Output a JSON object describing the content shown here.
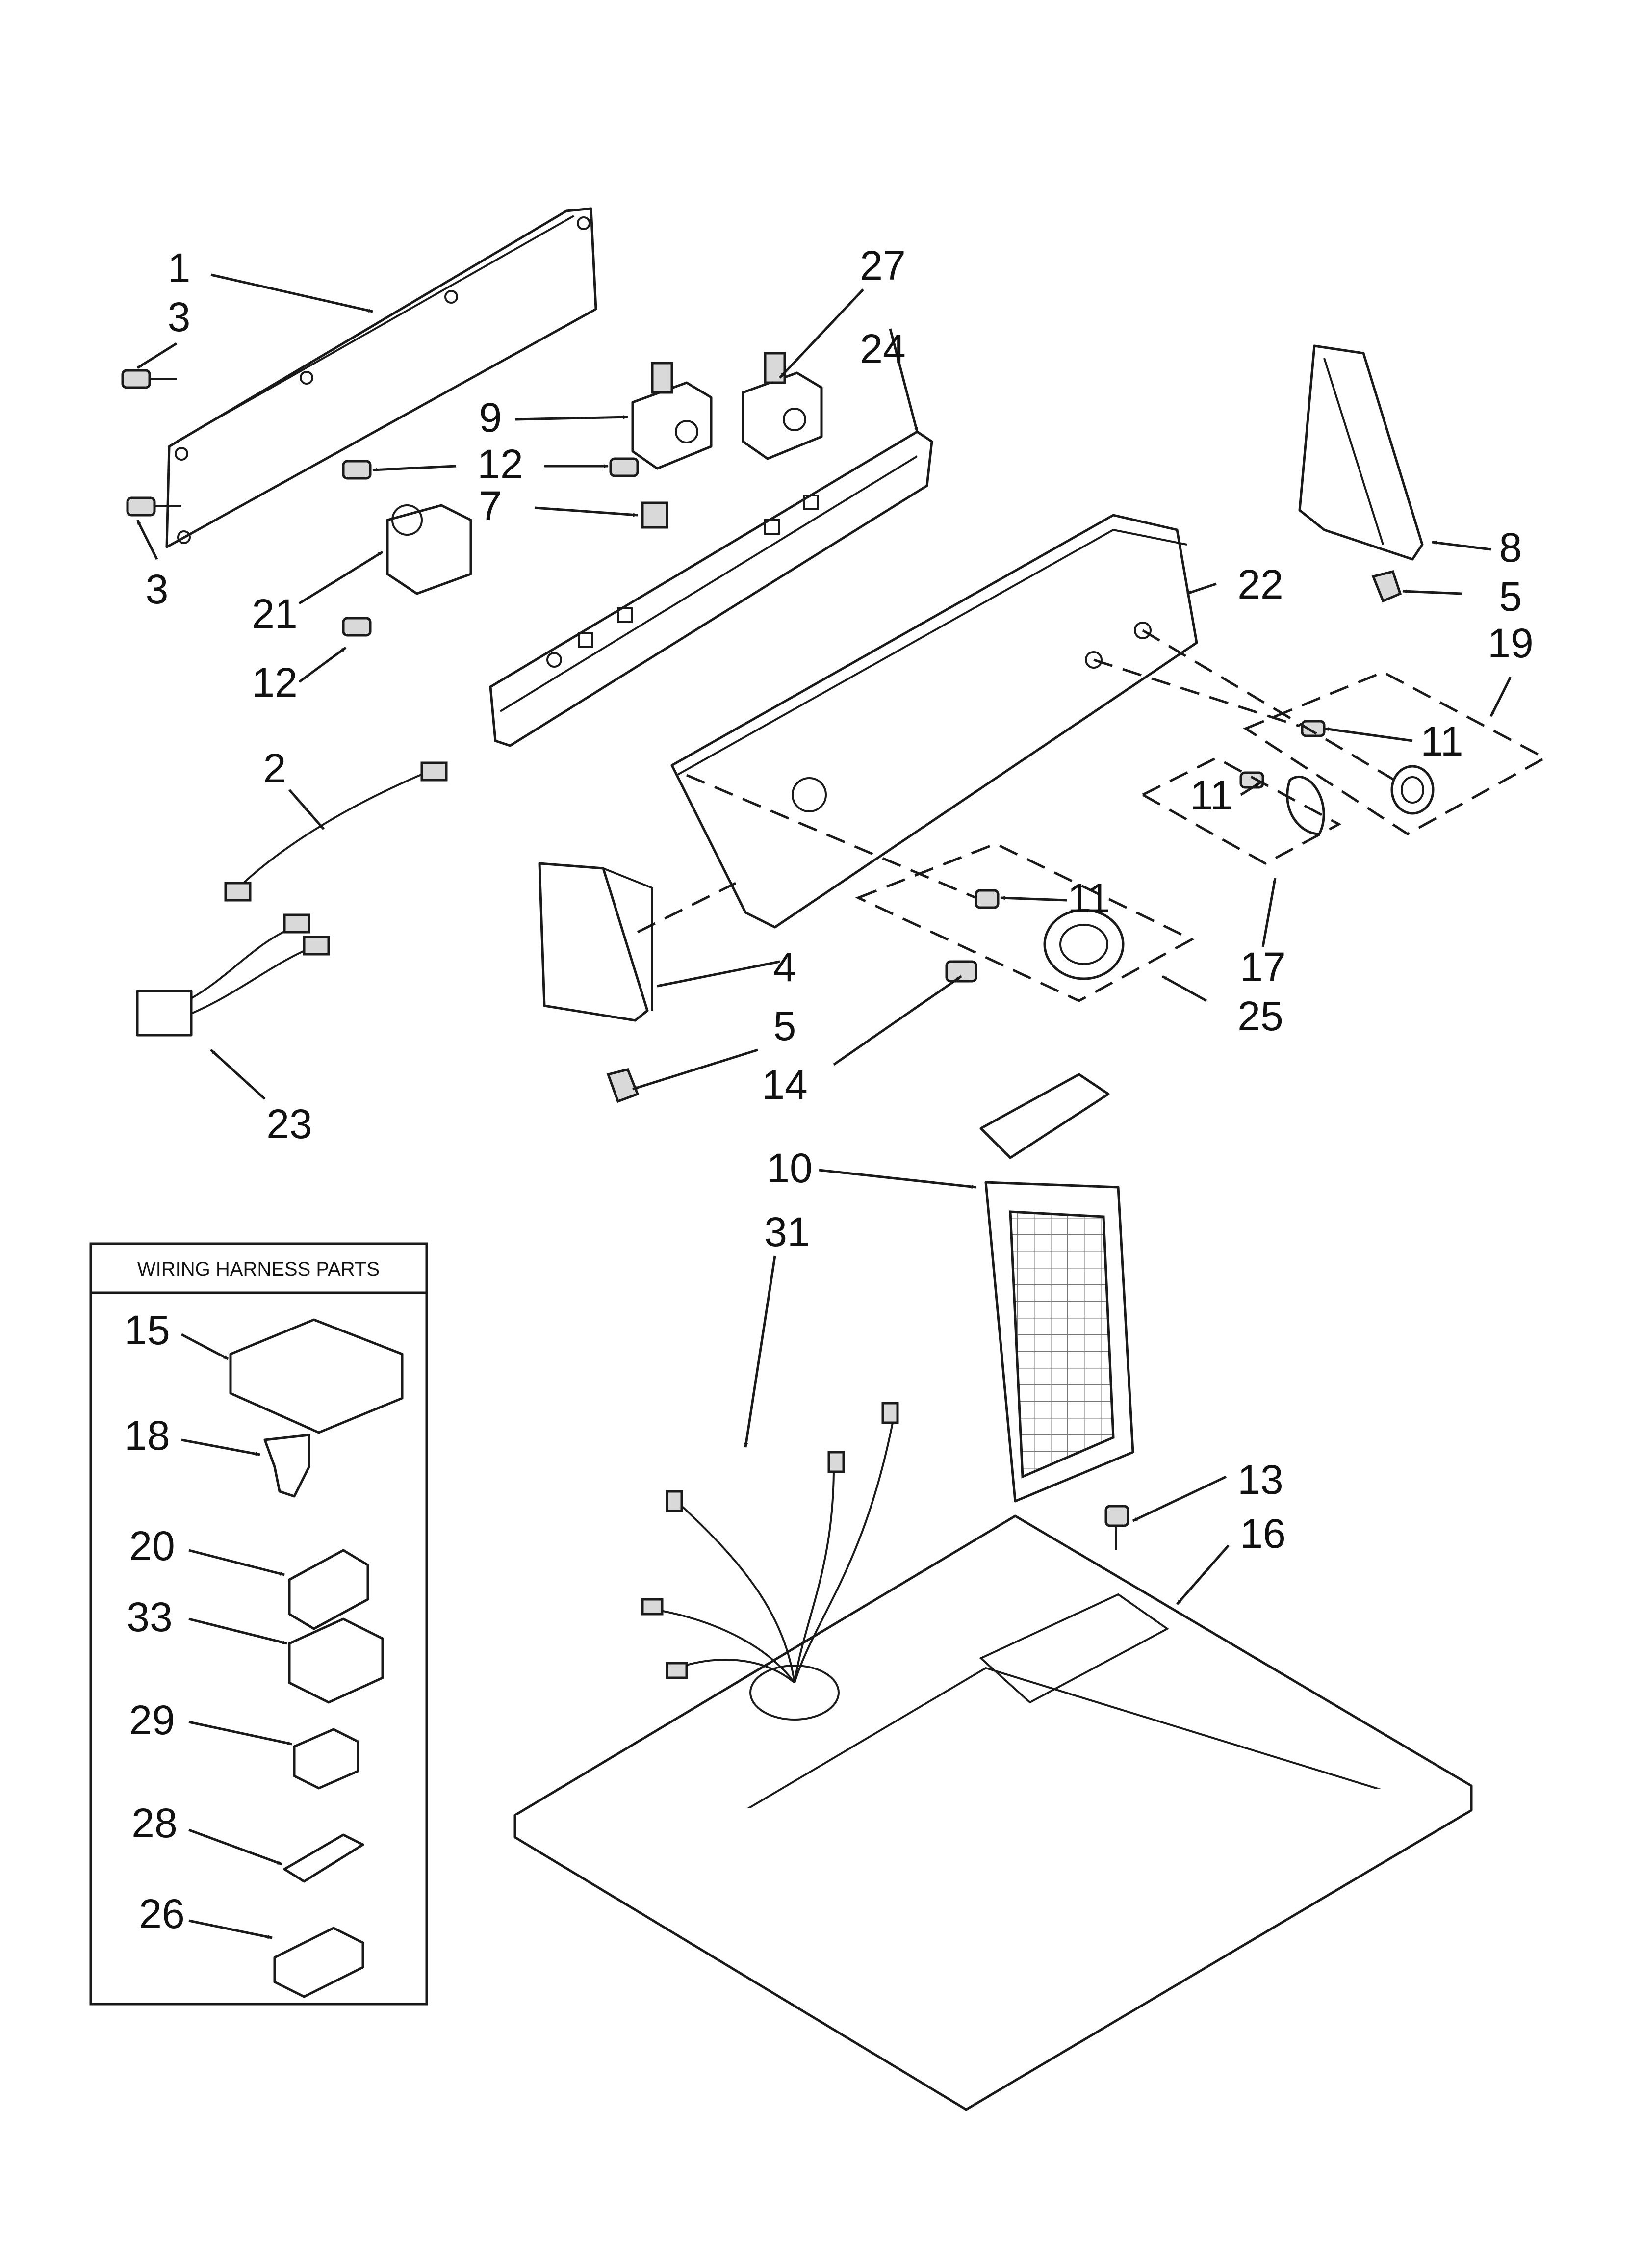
{
  "diagram": {
    "harness_box_title": "WIRING HARNESS PARTS",
    "callouts": {
      "p1": "1",
      "p2": "2",
      "p3a": "3",
      "p3b": "3",
      "p4": "4",
      "p5a": "5",
      "p5b": "5",
      "p7": "7",
      "p8": "8",
      "p9": "9",
      "p10": "10",
      "p11a": "11",
      "p11b": "11",
      "p11c": "11",
      "p12a": "12",
      "p12b": "12",
      "p13": "13",
      "p14": "14",
      "p15": "15",
      "p16": "16",
      "p17": "17",
      "p18": "18",
      "p19": "19",
      "p20": "20",
      "p21": "21",
      "p22": "22",
      "p23": "23",
      "p24": "24",
      "p25": "25",
      "p26": "26",
      "p27": "27",
      "p28": "28",
      "p29": "29",
      "p31": "31",
      "p33": "33"
    }
  }
}
